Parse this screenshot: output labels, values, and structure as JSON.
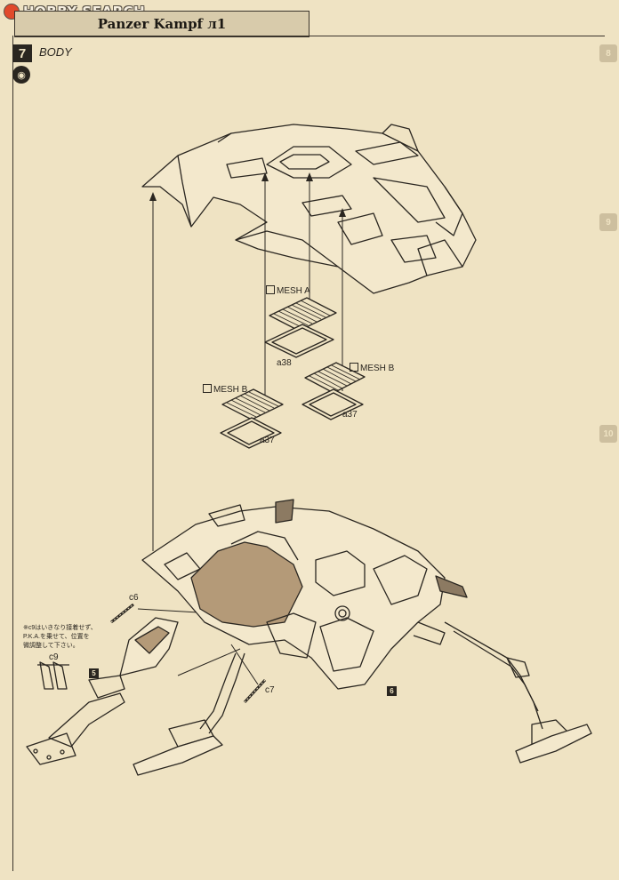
{
  "watermark": {
    "brand": "HOBBY SEARCH"
  },
  "header": {
    "title": "Panzer Kampf л1"
  },
  "step": {
    "number": "7",
    "name": "BODY"
  },
  "parts": {
    "mesh_a": "MESH A",
    "mesh_b_right": "MESH B",
    "mesh_b_left": "MESH B",
    "a38": "a38",
    "a37_left": "a37",
    "a37_right": "a37",
    "c6": "c6",
    "c7": "c7",
    "c9": "c9"
  },
  "note": {
    "line1": "※c9はいきなり接着せず、",
    "line2": "P.K.A.を乗せて、位置を",
    "line3": "微調整して下さい。"
  },
  "refs": {
    "left": "5",
    "right": "6"
  },
  "side_tabs": {
    "top": "8",
    "middle": "9",
    "bottom": "10"
  },
  "colors": {
    "paper": "#efe3c3",
    "ink": "#2a2620",
    "cockpit_fill": "#b49a78"
  }
}
